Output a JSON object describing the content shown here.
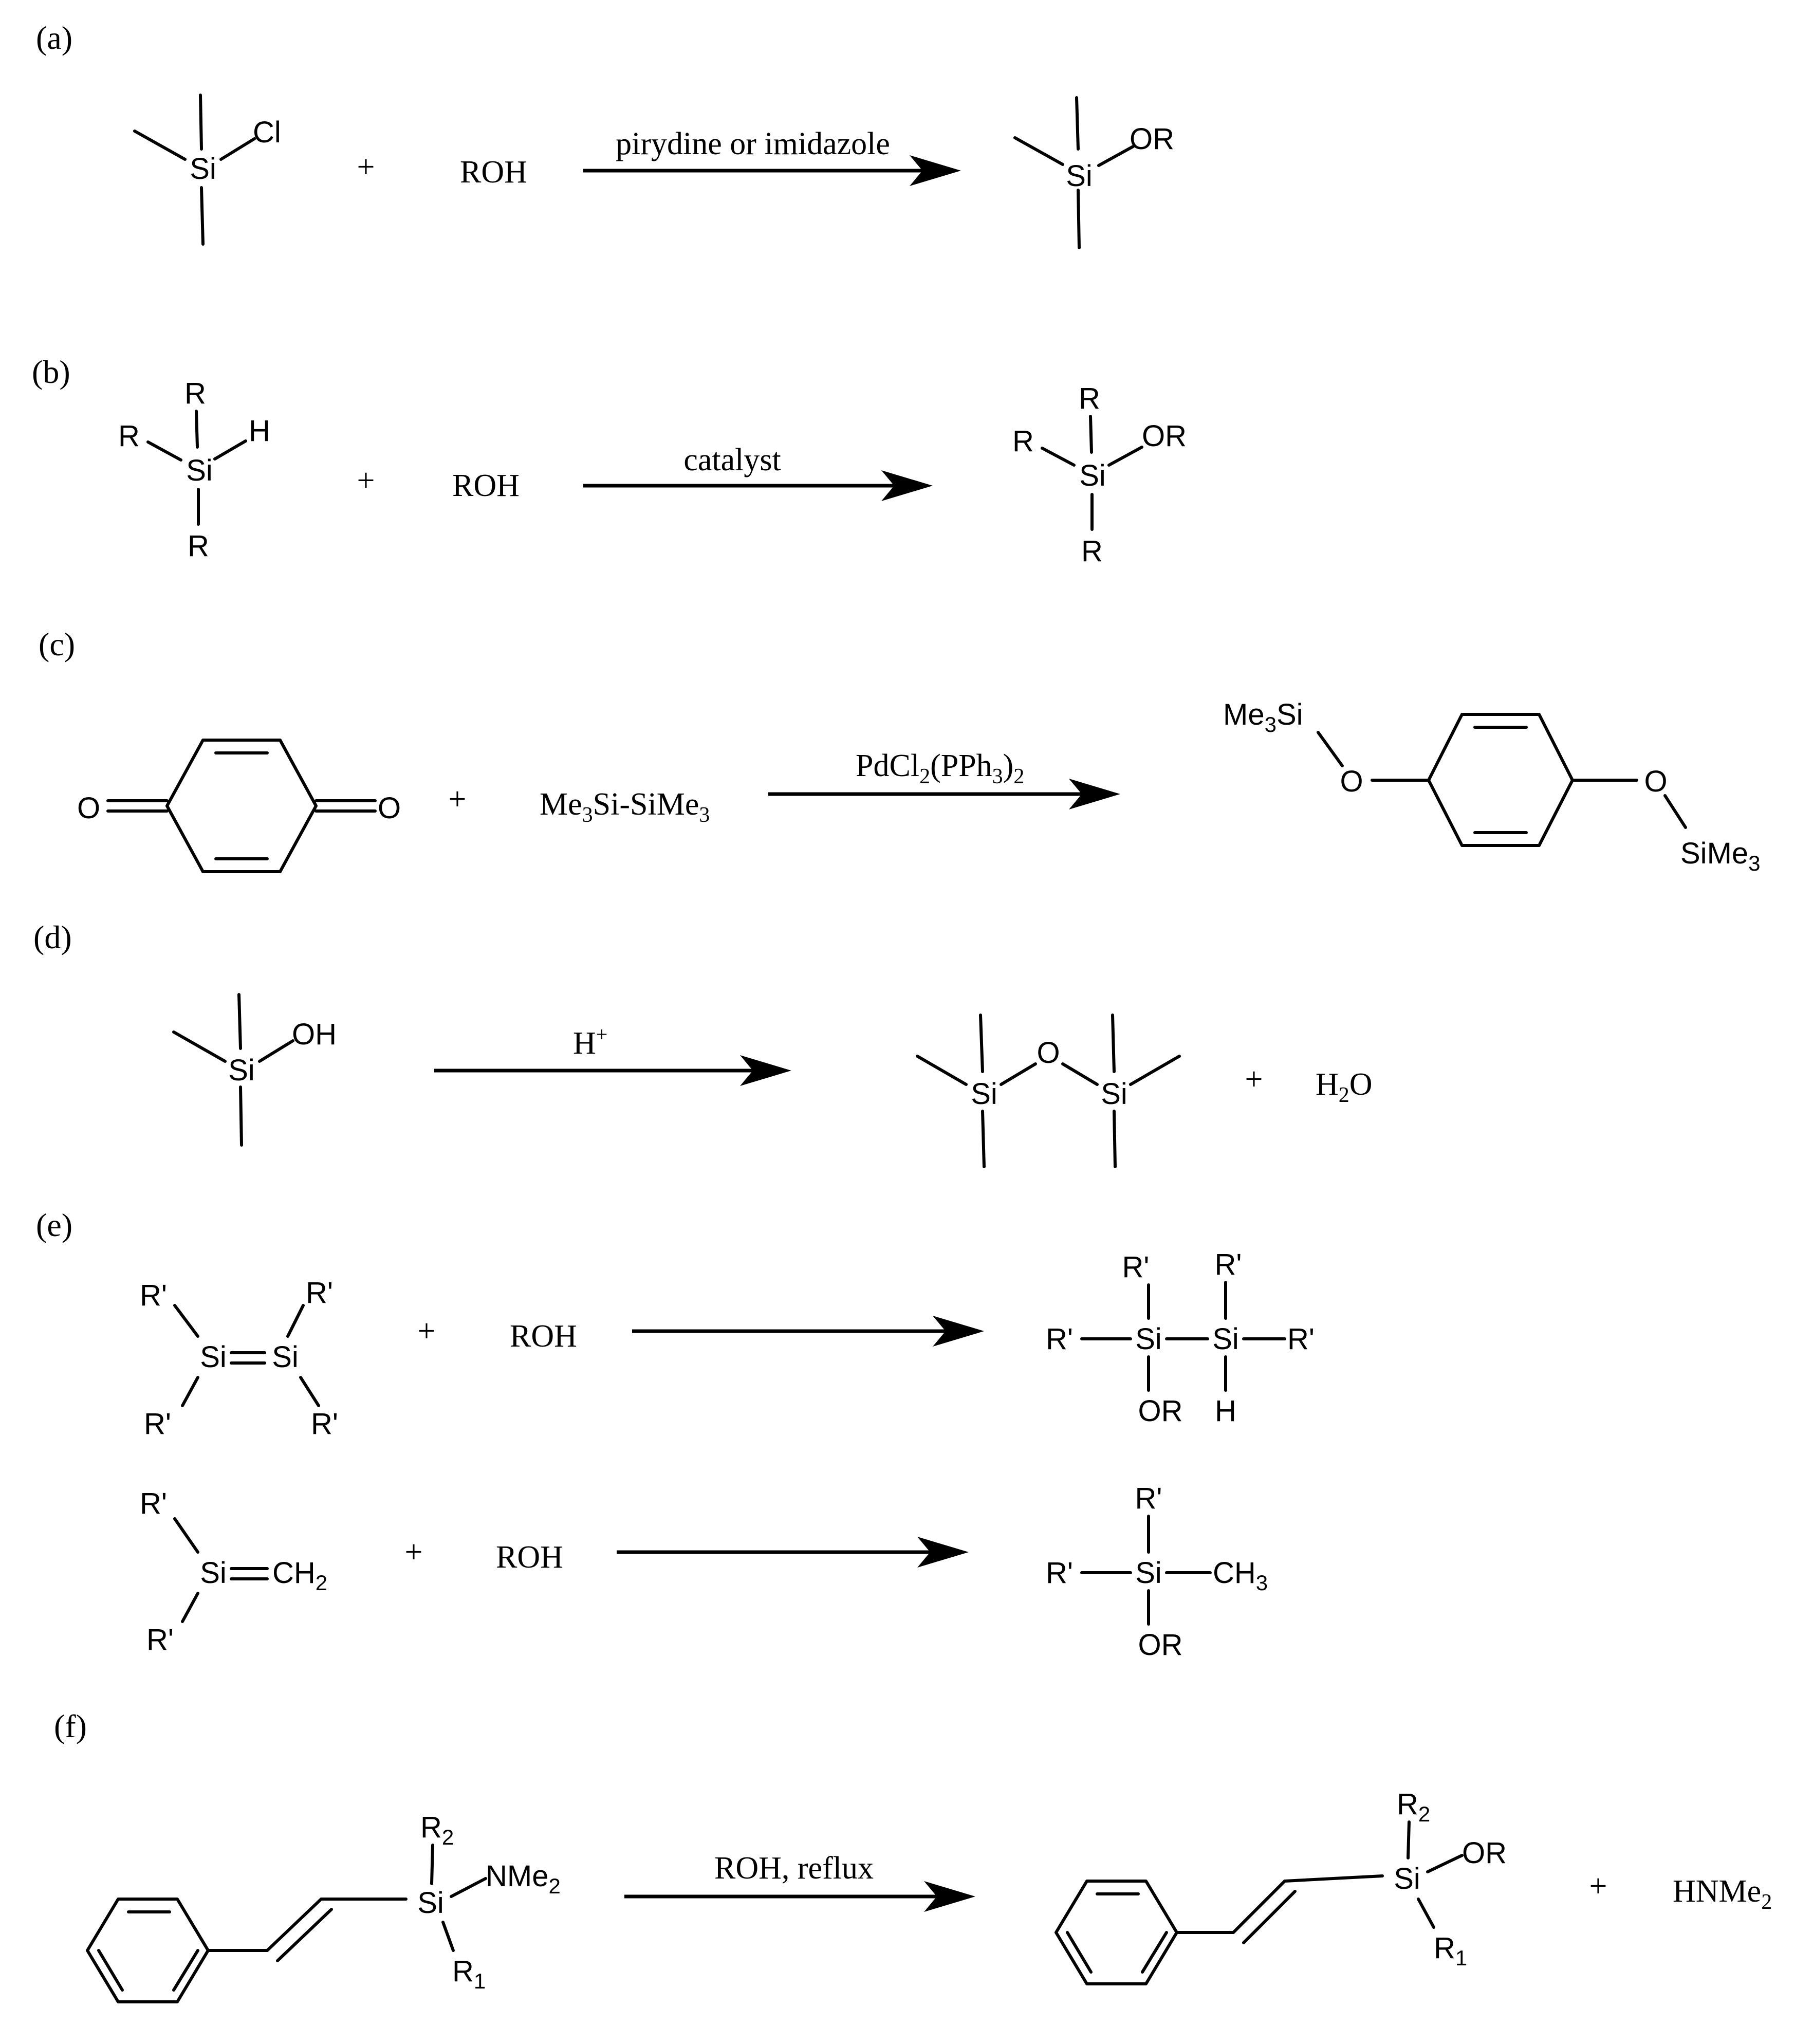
{
  "panels": {
    "a": {
      "label": "(a)",
      "reactant_cl": "Cl",
      "reactant_si": "Si",
      "plus": "+",
      "roh": "ROH",
      "condition": "pirydine or imidazole",
      "product_si": "Si",
      "product_or": "OR"
    },
    "b": {
      "label": "(b)",
      "r": "R",
      "h": "H",
      "si": "Si",
      "plus": "+",
      "roh": "ROH",
      "condition": "catalyst",
      "or": "OR"
    },
    "c": {
      "label": "(c)",
      "o": "O",
      "plus": "+",
      "disilane_1": "Me",
      "disilane_sub1": "3",
      "disilane_2": "Si-SiMe",
      "disilane_sub2": "3",
      "cond_1": "PdCl",
      "cond_sub1": "2",
      "cond_2": "(PPh",
      "cond_sub2": "3",
      "cond_3": ")",
      "cond_sub3": "2",
      "me3si_1": "Me",
      "me3si_sub": "3",
      "me3si_2": "Si",
      "sime3_1": "SiMe",
      "sime3_sub": "3"
    },
    "d": {
      "label": "(d)",
      "si": "Si",
      "oh": "OH",
      "condition_base": "H",
      "condition_sup": "+",
      "o": "O",
      "plus": "+",
      "water_1": "H",
      "water_sub": "2",
      "water_2": "O"
    },
    "e": {
      "label": "(e)",
      "rp": "R'",
      "si": "Si",
      "plus": "+",
      "roh": "ROH",
      "or": "OR",
      "h": "H",
      "ch2_1": "CH",
      "ch2_sub": "2",
      "ch3_1": "CH",
      "ch3_sub": "3"
    },
    "f": {
      "label": "(f)",
      "r_base": "R",
      "r2_sub": "2",
      "r1_sub": "1",
      "si": "Si",
      "nme2_1": "NMe",
      "nme2_sub": "2",
      "condition": "ROH, reflux",
      "or": "OR",
      "plus": "+",
      "hnme2_1": "HNMe",
      "hnme2_sub": "2"
    }
  }
}
